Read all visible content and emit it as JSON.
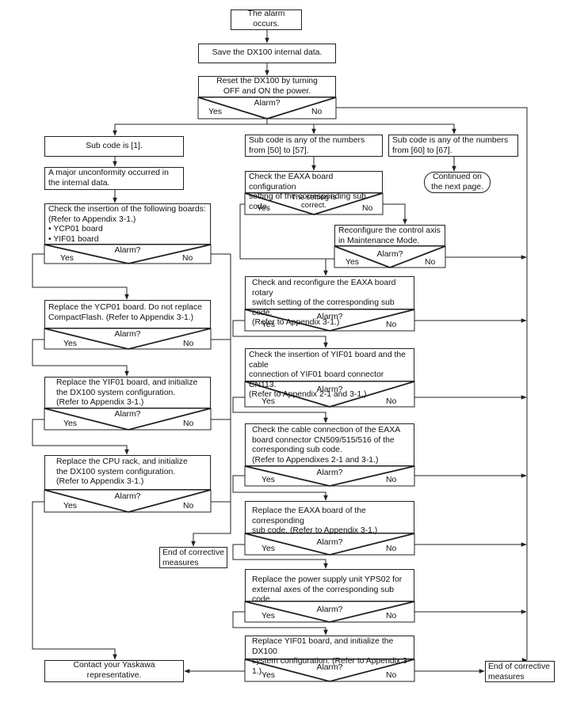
{
  "steps": {
    "alarm_occurs": "The alarm occurs.",
    "save_data": "Save the DX100 internal data.",
    "reset": "Reset the DX100 by turning\nOFF and ON the power.",
    "sub_code_1": "Sub code is [1].",
    "sub_code_50_57": "Sub code is any of the numbers\nfrom [50] to [57].",
    "sub_code_60_67": "Sub code is any of the numbers\nfrom [60] to [67].",
    "continued": "Continued on\nthe next page.",
    "major_unconformity": "A major unconformity occurred in\nthe internal data.",
    "check_boards": "Check the insertion of the following boards:\n(Refer to Appendix 3-1.)\n• YCP01 board\n• YIF01 board",
    "replace_ycp01": "Replace the YCP01 board. Do not replace\nCompactFlash. (Refer to Appendix 3-1.)",
    "replace_yif01_init": "Replace the YIF01 board, and initialize\nthe DX100 system configuration.\n(Refer to Appendix 3-1.)",
    "replace_cpu_rack": "Replace the CPU rack, and initialize\nthe DX100 system configuration.\n(Refer to Appendix 3-1.)",
    "end_left": "End of corrective\nmeasures",
    "contact": "Contact your Yaskawa representative.",
    "check_eaxa_config": "Check the EAXA board configuration\nsetting of the corresponding sub code.",
    "reconfigure_axis": "Reconfigure the control axis\nin Maintenance Mode.",
    "check_rotary": "Check and reconfigure the EAXA board rotary\nswitch setting of the corresponding sub code.\n(Refer to Appendix 3-1.)",
    "check_yif01_cable": "Check the insertion of YIF01 board and the cable\nconnection of YIF01 board connector CN113.\n(Refer to Appendix 2-1 and 3-1.)",
    "check_eaxa_cable": "Check the cable connection of the EAXA\nboard connector CN509/515/516 of the\ncorresponding sub code.\n(Refer to Appendixes 2-1 and 3-1.)",
    "replace_eaxa": "Replace the EAXA board of the corresponding\nsub code. (Refer to Appendix 3-1.)",
    "replace_power_supply": "Replace the power supply unit YPS02 for\nexternal axes of the corresponding sub code.",
    "replace_yif01_last": "Replace YIF01 board, and initialize the DX100\nsystem configuration. (Refer to Appendix 3-1.)",
    "end_right": "End of corrective\nmeasures"
  },
  "decisions": {
    "alarm_question": "Alarm?",
    "setting_question": "The setting is\ncorrect.",
    "yes": "Yes",
    "no": "No"
  }
}
